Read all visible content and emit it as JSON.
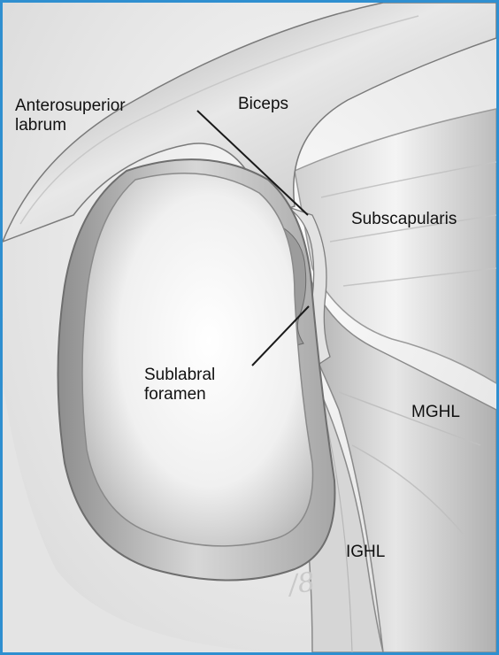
{
  "labels": {
    "anterosuperior_labrum": [
      "Anterosuperior",
      "labrum"
    ],
    "biceps": "Biceps",
    "subscapularis": "Subscapularis",
    "sublabral_foramen": [
      "Sublabral",
      "foramen"
    ],
    "mghl": "MGHL",
    "ighl": "IGHL"
  },
  "artist_signature": "/8",
  "colors": {
    "frame_border": "#2f8fd0",
    "background": "#f2f2f2",
    "label_text": "#111111",
    "leader_line": "#1a1a1a"
  }
}
